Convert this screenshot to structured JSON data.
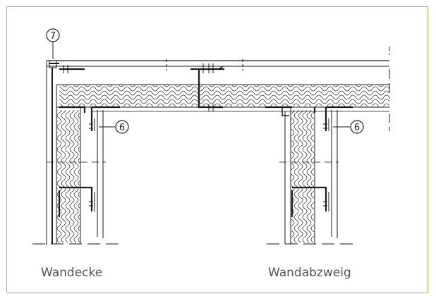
{
  "callouts": {
    "c7": "7",
    "c6_left": "6",
    "c6_right": "6"
  },
  "captions": {
    "left": "Wandecke",
    "right": "Wandabzweig"
  },
  "colors": {
    "frame_border": "#8dc63f",
    "line": "#1a1a1a",
    "caption": "#555555"
  }
}
